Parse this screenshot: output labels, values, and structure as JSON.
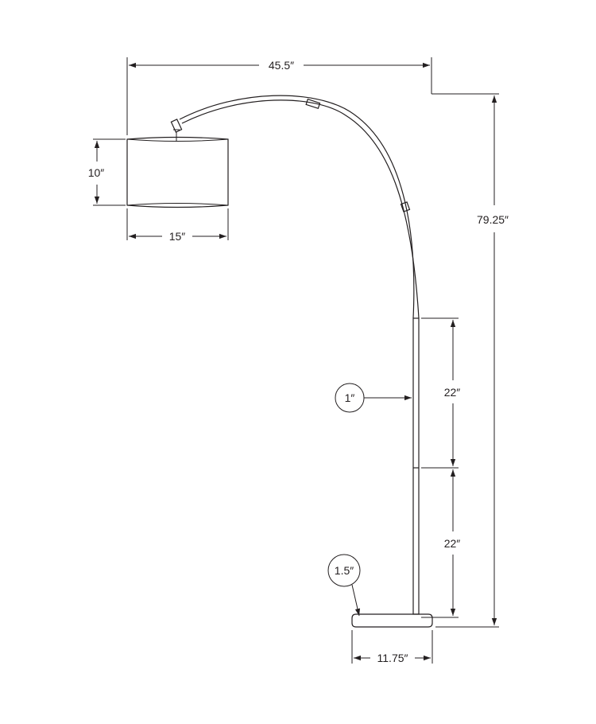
{
  "dimensions": {
    "overall_width": "45.5″",
    "overall_height": "79.25″",
    "shade_height": "10″",
    "shade_width": "15″",
    "pole_diameter": "1″",
    "pole_upper_segment": "22″",
    "pole_lower_segment": "22″",
    "base_thickness": "1.5″",
    "base_width": "11.75″"
  },
  "colors": {
    "line": "#231f20",
    "background": "#ffffff"
  }
}
